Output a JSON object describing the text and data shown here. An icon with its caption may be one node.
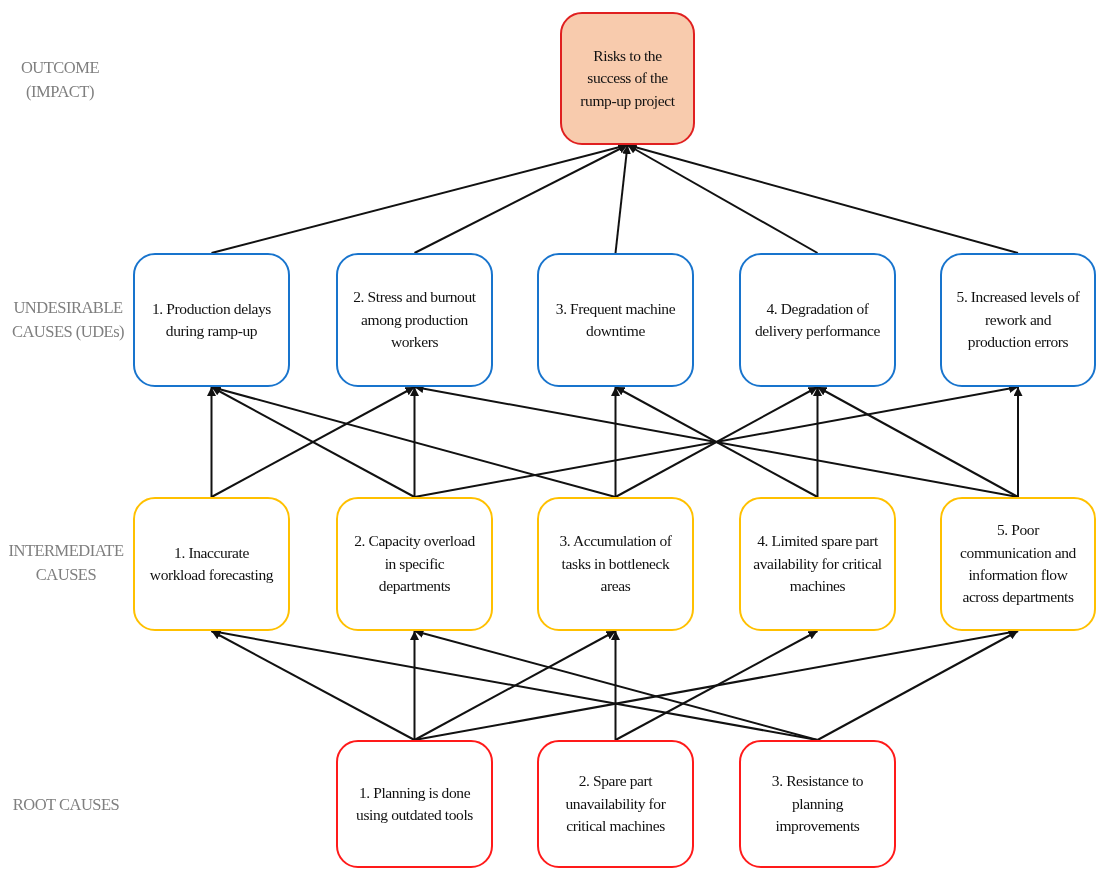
{
  "diagram": {
    "nodes": [
      {
        "text": [
          "Risks to the success of the rump-up project"
        ]
      },
      {
        "text": [
          "1. Production delays during ramp-up"
        ]
      },
      {
        "text": [
          "2. Stress and burnout among production workers"
        ]
      },
      {
        "text": [
          "3. Frequent machine downtime"
        ]
      },
      {
        "text": [
          "4. Degradation of delivery performance"
        ]
      },
      {
        "text": [
          "5. Increased levels of rework and production errors"
        ]
      },
      {
        "text": [
          "1. Inaccurate workload forecasting"
        ]
      },
      {
        "text": [
          "2. Capacity overload in specific departments"
        ]
      },
      {
        "text": [
          "3. Accumulation of tasks in bottleneck areas"
        ]
      },
      {
        "text": [
          "4. Limited spare part availability for critical machines"
        ]
      },
      {
        "text": [
          "5. Poor communication and information flow across departments"
        ]
      },
      {
        "text": [
          "1. Planning is done using outdated tools"
        ]
      },
      {
        "text": [
          "2. Spare part unavailability for critical machines"
        ]
      },
      {
        "text": [
          "3. Resistance to planning improvements"
        ]
      }
    ],
    "edges": [
      {
        "from": 1,
        "to": 0,
        "arrow": "to"
      },
      {
        "from": 2,
        "to": 0,
        "arrow": "to"
      },
      {
        "from": 3,
        "to": 0,
        "arrow": "to"
      },
      {
        "from": 4,
        "to": 0,
        "arrow": "to"
      },
      {
        "from": 5,
        "to": 0,
        "arrow": "to"
      },
      {
        "from": 6,
        "to": 1,
        "arrow": "to"
      },
      {
        "from": 6,
        "to": 2,
        "arrow": "to"
      },
      {
        "from": 7,
        "to": 1,
        "arrow": "to"
      },
      {
        "from": 7,
        "to": 2,
        "arrow": "to"
      },
      {
        "from": 7,
        "to": 5,
        "arrow": "to"
      },
      {
        "from": 8,
        "to": 1,
        "arrow": "to"
      },
      {
        "from": 8,
        "to": 3,
        "arrow": "to"
      },
      {
        "from": 8,
        "to": 4,
        "arrow": "to"
      },
      {
        "from": 9,
        "to": 3,
        "arrow": "to"
      },
      {
        "from": 9,
        "to": 4,
        "arrow": "to"
      },
      {
        "from": 10,
        "to": 2,
        "arrow": "to"
      },
      {
        "from": 10,
        "to": 4,
        "arrow": "to"
      },
      {
        "from": 10,
        "to": 5,
        "arrow": "to"
      },
      {
        "from": 11,
        "to": 6,
        "arrow": "to"
      },
      {
        "from": 11,
        "to": 7,
        "arrow": "to"
      },
      {
        "from": 11,
        "to": 8,
        "arrow": "to"
      },
      {
        "from": 11,
        "to": 10,
        "arrow": "to"
      },
      {
        "from": 12,
        "to": 8,
        "arrow": "to"
      },
      {
        "from": 12,
        "to": 9,
        "arrow": "to"
      },
      {
        "from": 13,
        "to": 6,
        "arrow": "to"
      },
      {
        "from": 13,
        "to": 7,
        "arrow": "to"
      },
      {
        "from": 13,
        "to": 10,
        "arrow": "to"
      }
    ],
    "labels": [
      "OUTCOME (IMPACT)",
      "UNDESIRABLE CAUSES (UDEs)",
      "INTERMEDIATE CAUSES",
      "ROOT CAUSES"
    ]
  }
}
